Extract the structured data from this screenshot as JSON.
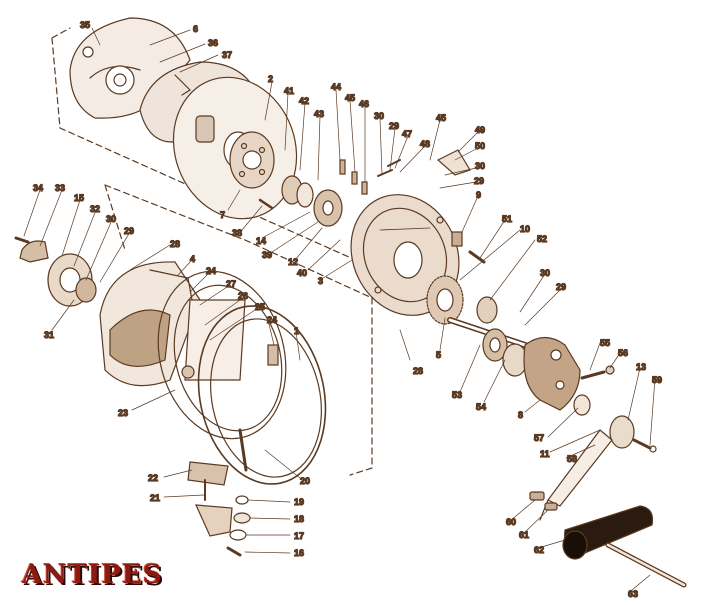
{
  "brand": {
    "text": "ANTIPES"
  },
  "colors": {
    "ink": "#5a3a22",
    "paper": "#ffffff",
    "brand": "#8b1a12"
  },
  "callouts": [
    {
      "id": "c35",
      "text": "35"
    },
    {
      "id": "c6",
      "text": "6"
    },
    {
      "id": "c36",
      "text": "36"
    },
    {
      "id": "c37",
      "text": "37"
    },
    {
      "id": "c2",
      "text": "2"
    },
    {
      "id": "c41",
      "text": "41"
    },
    {
      "id": "c42",
      "text": "42"
    },
    {
      "id": "c43",
      "text": "43"
    },
    {
      "id": "c44",
      "text": "44"
    },
    {
      "id": "c45a",
      "text": "45"
    },
    {
      "id": "c46",
      "text": "46"
    },
    {
      "id": "c30a",
      "text": "30"
    },
    {
      "id": "c29a",
      "text": "29"
    },
    {
      "id": "c47",
      "text": "47"
    },
    {
      "id": "c45b",
      "text": "45"
    },
    {
      "id": "c49",
      "text": "49"
    },
    {
      "id": "c50",
      "text": "50"
    },
    {
      "id": "c30b",
      "text": "30"
    },
    {
      "id": "c29b",
      "text": "29"
    },
    {
      "id": "c48",
      "text": "48"
    },
    {
      "id": "c9",
      "text": "9"
    },
    {
      "id": "c7",
      "text": "7"
    },
    {
      "id": "c38",
      "text": "38"
    },
    {
      "id": "c14",
      "text": "14"
    },
    {
      "id": "c39",
      "text": "39"
    },
    {
      "id": "c12",
      "text": "12"
    },
    {
      "id": "c40",
      "text": "40"
    },
    {
      "id": "c3",
      "text": "3"
    },
    {
      "id": "c51a",
      "text": "51"
    },
    {
      "id": "c10",
      "text": "10"
    },
    {
      "id": "c52",
      "text": "52"
    },
    {
      "id": "c34",
      "text": "34"
    },
    {
      "id": "c33",
      "text": "33"
    },
    {
      "id": "c15",
      "text": "15"
    },
    {
      "id": "c32",
      "text": "32"
    },
    {
      "id": "c30c",
      "text": "30"
    },
    {
      "id": "c29c",
      "text": "29"
    },
    {
      "id": "c28a",
      "text": "28"
    },
    {
      "id": "c4",
      "text": "4"
    },
    {
      "id": "c24a",
      "text": "24"
    },
    {
      "id": "c27",
      "text": "27"
    },
    {
      "id": "c26",
      "text": "26"
    },
    {
      "id": "c25",
      "text": "25"
    },
    {
      "id": "c31",
      "text": "31"
    },
    {
      "id": "c24b",
      "text": "24"
    },
    {
      "id": "c1",
      "text": "1"
    },
    {
      "id": "c30d",
      "text": "30"
    },
    {
      "id": "c29d",
      "text": "29"
    },
    {
      "id": "c28b",
      "text": "28"
    },
    {
      "id": "c5",
      "text": "5"
    },
    {
      "id": "c53",
      "text": "53"
    },
    {
      "id": "c54",
      "text": "54"
    },
    {
      "id": "c8",
      "text": "8"
    },
    {
      "id": "c55",
      "text": "55"
    },
    {
      "id": "c56",
      "text": "56"
    },
    {
      "id": "c13",
      "text": "13"
    },
    {
      "id": "c59",
      "text": "59"
    },
    {
      "id": "c23",
      "text": "23"
    },
    {
      "id": "c57",
      "text": "57"
    },
    {
      "id": "c11",
      "text": "11"
    },
    {
      "id": "c58",
      "text": "58"
    },
    {
      "id": "c20",
      "text": "20"
    },
    {
      "id": "c22",
      "text": "22"
    },
    {
      "id": "c21",
      "text": "21"
    },
    {
      "id": "c19",
      "text": "19"
    },
    {
      "id": "c18",
      "text": "18"
    },
    {
      "id": "c17",
      "text": "17"
    },
    {
      "id": "c16",
      "text": "16"
    },
    {
      "id": "c60",
      "text": "60"
    },
    {
      "id": "c61",
      "text": "61"
    },
    {
      "id": "c62",
      "text": "62"
    },
    {
      "id": "c63",
      "text": "63"
    }
  ]
}
